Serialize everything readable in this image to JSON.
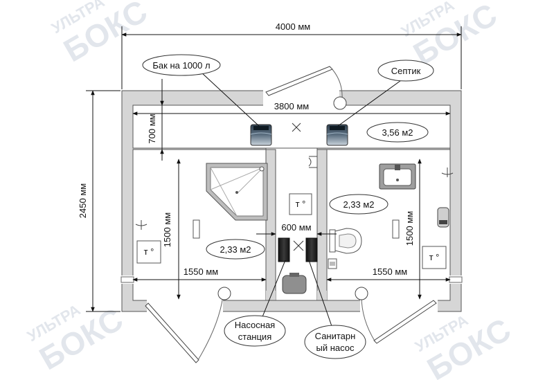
{
  "watermark": {
    "line1": "УЛЬТРА",
    "line2": "БОКС"
  },
  "dimensions": {
    "total_width": "4000 мм",
    "inner_width": "3800 мм",
    "total_height": "2450 мм",
    "corridor_depth": "700 мм",
    "left_room_width": "1550 мм",
    "right_room_width": "1550 мм",
    "left_room_height": "1500 мм",
    "right_room_height": "1500 мм",
    "middle_width": "600 мм"
  },
  "areas": {
    "corridor": "3,56 м2",
    "left_room": "2,33 м2",
    "right_room": "2,33 м2"
  },
  "callouts": {
    "tank": "Бак на 1000 л",
    "septic": "Септик",
    "pump_station_line1": "Насосная",
    "pump_station_line2": "станция",
    "sanitary_pump_line1": "Санитарн",
    "sanitary_pump_line2": "ый насос"
  },
  "thermostat": "т °"
}
